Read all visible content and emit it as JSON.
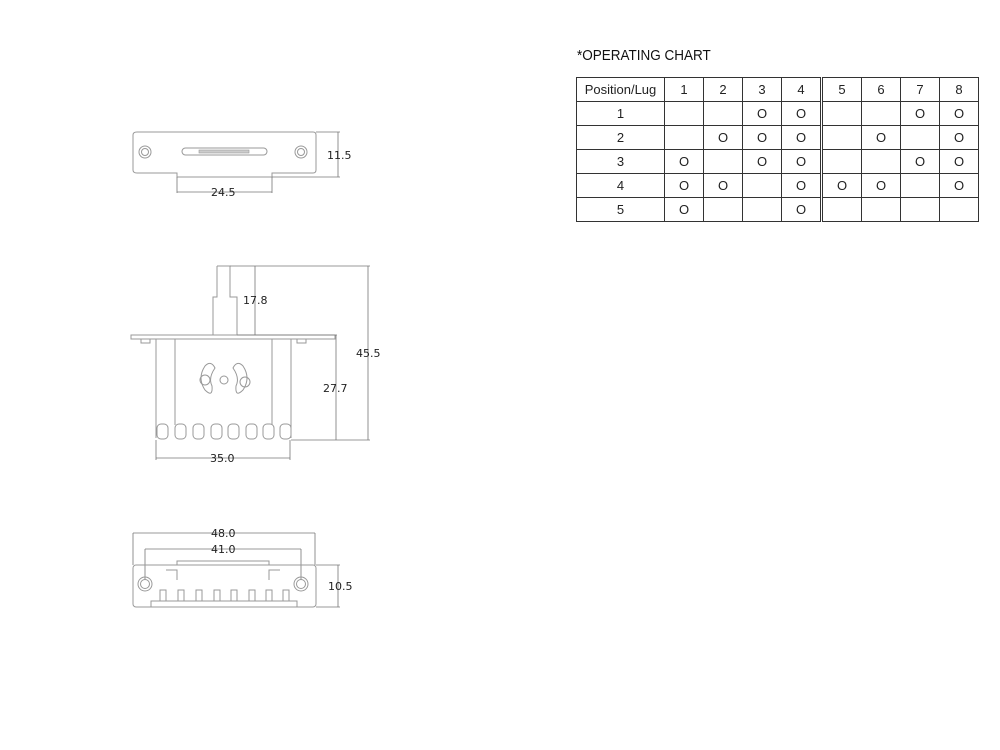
{
  "diagram": {
    "top_view": {
      "height_label": "11.5",
      "width_label": "24.5"
    },
    "side_view": {
      "shaft_label": "17.8",
      "total_height_label": "45.5",
      "body_height_label": "27.7",
      "lug_span_label": "35.0"
    },
    "bottom_view": {
      "overall_width_label": "48.0",
      "hole_spacing_label": "41.0",
      "height_label": "10.5"
    }
  },
  "operating_chart": {
    "title": "*OPERATING CHART",
    "header": [
      "Position/Lug",
      "1",
      "2",
      "3",
      "4",
      "5",
      "6",
      "7",
      "8"
    ],
    "rows": [
      [
        "1",
        "",
        "",
        "O",
        "O",
        "",
        "",
        "O",
        "O"
      ],
      [
        "2",
        "",
        "O",
        "O",
        "O",
        "",
        "O",
        "",
        "O"
      ],
      [
        "3",
        "O",
        "",
        "O",
        "O",
        "",
        "",
        "O",
        "O"
      ],
      [
        "4",
        "O",
        "O",
        "",
        "O",
        "O",
        "O",
        "",
        "O"
      ],
      [
        "5",
        "O",
        "",
        "",
        "O",
        "",
        "",
        "",
        ""
      ]
    ]
  }
}
